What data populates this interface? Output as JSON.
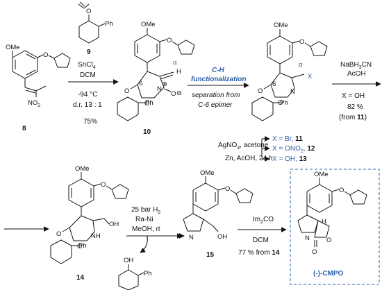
{
  "colors": {
    "text": "#111111",
    "accent": "#2b5fa8"
  },
  "step1": {
    "reagent_label": "9",
    "reagent_2": "SnCl",
    "reagent_2_sub": "4",
    "solvent": "DCM",
    "temperature": "-94 °C",
    "dr": "d.r. 13 : 1",
    "yield": "75%"
  },
  "step2": {
    "title_line1": "C-H",
    "title_line2": "functionalization",
    "note_line1": "separation from",
    "note_line2": "C-6 epimer"
  },
  "step3": {
    "reagent_1": "NaBH",
    "reagent_1_sub": "3",
    "reagent_1_end": "CN",
    "reagent_2": "AcOH",
    "condition": "X = OH",
    "yield": "82 %",
    "from_open": "(from ",
    "from_ref": "11",
    "from_close": ")"
  },
  "conditions_x": {
    "row1": "AgNO",
    "row1_sub": "3",
    "row1_end": ", acetone",
    "row2": "Zn, AcOH, 24 h",
    "br": {
      "prefix": "X = Br, ",
      "ref": "11"
    },
    "ono2": {
      "prefix": "X = ONO",
      "sub": "2",
      "sep": ", ",
      "ref": "12"
    },
    "oh": {
      "prefix": "X = OH, ",
      "ref": "13"
    }
  },
  "step4": {
    "line1": "25 bar H",
    "line1_sub": "2",
    "line2": "Ra-Ni",
    "line3": "MeOH, rt"
  },
  "step5": {
    "reagent": "Im",
    "reagent_sub": "2",
    "reagent_end": "CO",
    "solvent": "DCM",
    "yield_prefix": "77 % from ",
    "yield_ref": "14"
  },
  "compounds": {
    "c8": "8",
    "c9": "9",
    "c10": "10",
    "c11": "11",
    "c14": "14",
    "c15": "15",
    "cmpo": "(-)-CMPO"
  },
  "atoms": {
    "ome": "OMe",
    "o": "O",
    "no2": "NO",
    "no2_sub": "2",
    "ph": "Ph",
    "n": "N",
    "nh": "NH",
    "plus": "⊕",
    "minus": "⊖",
    "oh": "OH",
    "h": "H",
    "x": "X",
    "six": "6",
    "alpha": "α"
  }
}
